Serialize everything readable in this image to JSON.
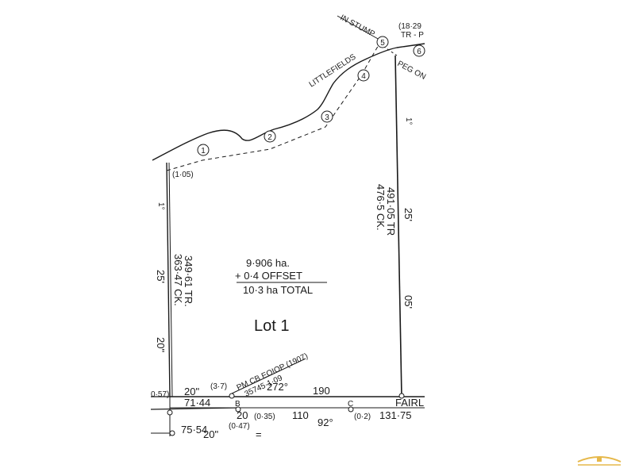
{
  "lot": {
    "name": "Lot 1",
    "area_line1": "9·906 ha.",
    "area_line2": "+ 0·4  OFFSET",
    "area_line3": "10·3 ha TOTAL"
  },
  "boundary_labels": {
    "littlefields": "LITTLEFIELDS",
    "stump": "IN STUMP",
    "peg_on": "PEG ON",
    "coord_tr": "(18·29",
    "coord_tr2": "TR - P",
    "left_offset": "(1·05)",
    "east_len": "491·05 TR",
    "east_len_ck": "476·5 CK.",
    "east_b1": "1°",
    "east_b2": "25'",
    "east_b3": "05'",
    "west_len": "363·47 CK.",
    "west_len_tr": "349·61 TR.",
    "west_b1": "1°",
    "west_b2": "25'",
    "west_b3": "20\"",
    "south_b_deg": "272°",
    "south_len": "190",
    "road": "FAIRL",
    "pm_note": "PM CB EOIOP (1907)",
    "pm_note2": "35745·1·09",
    "sw_len": "71·44",
    "sw_b": "20\"",
    "sw_off": "(3·7)",
    "off_057": "0·57)",
    "off_035": "(0·35)",
    "off_047": "(0·47)",
    "off_02": "(0·2)",
    "num_20": "20",
    "num_110": "110",
    "num_92": "92°",
    "num_13175": "131·75",
    "num_7554": "75·54",
    "num_20b": "20\"",
    "pt_b": "B",
    "pt_c": "C",
    "eq": "="
  },
  "stations": [
    "1",
    "2",
    "3",
    "4",
    "5",
    "6"
  ],
  "colors": {
    "ink": "#1a1a1a",
    "logo": "#e6b84a"
  }
}
